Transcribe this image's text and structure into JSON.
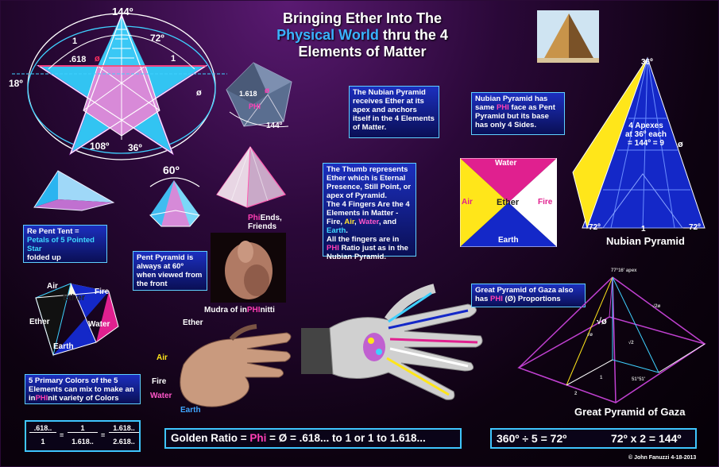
{
  "title": {
    "line1": "Bringing Ether  Into The",
    "line2_highlight": "Physical World",
    "line2_rest": " thru the 4",
    "line3": "Elements of Matter"
  },
  "star": {
    "angle_top": "144º",
    "angle_right": "72º",
    "angle_left": "18º",
    "angle_bottom_left": "108º",
    "angle_bottom_right": "36º",
    "one_a": "1",
    "one_b": "1",
    "point618": ".618",
    "phi_a": "ø",
    "phi_b": "ø"
  },
  "pent_solid": {
    "value": "1.618",
    "phi_symbol": "ø",
    "phi": "PHI",
    "angle": "144º"
  },
  "pent_pyramid": {
    "angle": "60º"
  },
  "boxes": {
    "nubian_ether": "The Nubian Pyramid receives Ether at its apex and anchors itself in the 4 Elements of Matter.",
    "nubian_phi_pre": "Nubian Pyramid has same ",
    "nubian_phi_word": "PHI",
    "nubian_phi_post": " face as Pent Pyramid but its base has only 4 Sides.",
    "thumb_1": "The Thumb represents Ether which is  Eternal Presence, Still Point, or apex of Pyramid.",
    "thumb_2": "The 4 Fingers Are the 4 Elements in Matter -",
    "thumb_fire": "Fire, ",
    "thumb_air": "Air",
    "thumb_comma1": ", ",
    "thumb_water": "Water",
    "thumb_and": ", and",
    "thumb_earth": "Earth",
    "thumb_dot": ".",
    "thumb_3": "All the fingers are in",
    "thumb_phi": "PHI",
    "thumb_4": " Ratio just as in the Nubian Pyramid.",
    "tent_1": "Re Pent Tent =",
    "tent_2": "Petals of 5 Pointed Star",
    "tent_3": "folded up",
    "pent60": "Pent Pyramid is always at 60º when viewed from the front",
    "gaza_1": "Great Pyramid of Gaza also has ",
    "gaza_phi": "PHI",
    "gaza_2": " (Ø) Proportions",
    "colors_1": "5 Primary Colors of the 5 Elements can mix to make an in",
    "colors_phi": "PHI",
    "colors_2": "nit variety of Colors"
  },
  "phi_ends": {
    "phi": "Phi",
    "rest": "Ends,",
    "friends": "Friends"
  },
  "mudra": {
    "pre": "Mudra of in",
    "phi": "PHI",
    "post": "nitti"
  },
  "square": {
    "water": "Water",
    "air": "Air",
    "ether": "Ether",
    "fire": "Fire",
    "earth": "Earth"
  },
  "nubian": {
    "apex": "36º",
    "note1": "4 Apexes",
    "note2": "at  36º each",
    "note3": "= 144º = 9",
    "phi": "ø",
    "base_left": "72º",
    "base_mid": "1",
    "base_right": "72º",
    "label": "Nubian Pyramid"
  },
  "tetra": {
    "air": "Air",
    "fire": "Fire",
    "ether": "Ether",
    "ether2": "Ether",
    "water": "Water",
    "earth": "Earth"
  },
  "hand": {
    "ether": "Ether",
    "air": "Air",
    "fire": "Fire",
    "water": "Water",
    "earth": "Earth"
  },
  "gaza": {
    "apex": "77°16' apex",
    "sqrt_phi": "√ø",
    "small1": "√2ø",
    "small2": "√ø",
    "small3": "√2",
    "angle": "51°51'",
    "one": "1",
    "two": "2",
    "label": "Great Pyramid of Gaza"
  },
  "fractions": {
    "n1": ".618..",
    "d1": "1",
    "eq": "=",
    "n2": "1",
    "d2": "1.618..",
    "n3": "1.618..",
    "d3": "2.618.."
  },
  "golden": {
    "pre": "Golden Ratio = ",
    "phi": "Phi",
    "post": " = Ø =  .618... to 1 or 1 to 1.618..."
  },
  "degrees": {
    "left": "360º ÷ 5 = 72º",
    "right": "72º x 2 = 144º"
  },
  "copyright": "© John Fanuzzi  4-18-2013",
  "colors": {
    "cyan": "#35c8f5",
    "magenta": "#e0208f",
    "yellow": "#ffe61a",
    "blue": "#1428c8",
    "phi_pink": "#ff3fb5",
    "border_cyan": "#5fd0ff"
  },
  "icons": [
    "pentagram",
    "pentagonal-solid",
    "pentagonal-pyramid",
    "nubian-pyramid",
    "pyramid-photo",
    "hand-photo",
    "hand-xray",
    "tetrahedron",
    "great-pyramid-wireframe"
  ]
}
